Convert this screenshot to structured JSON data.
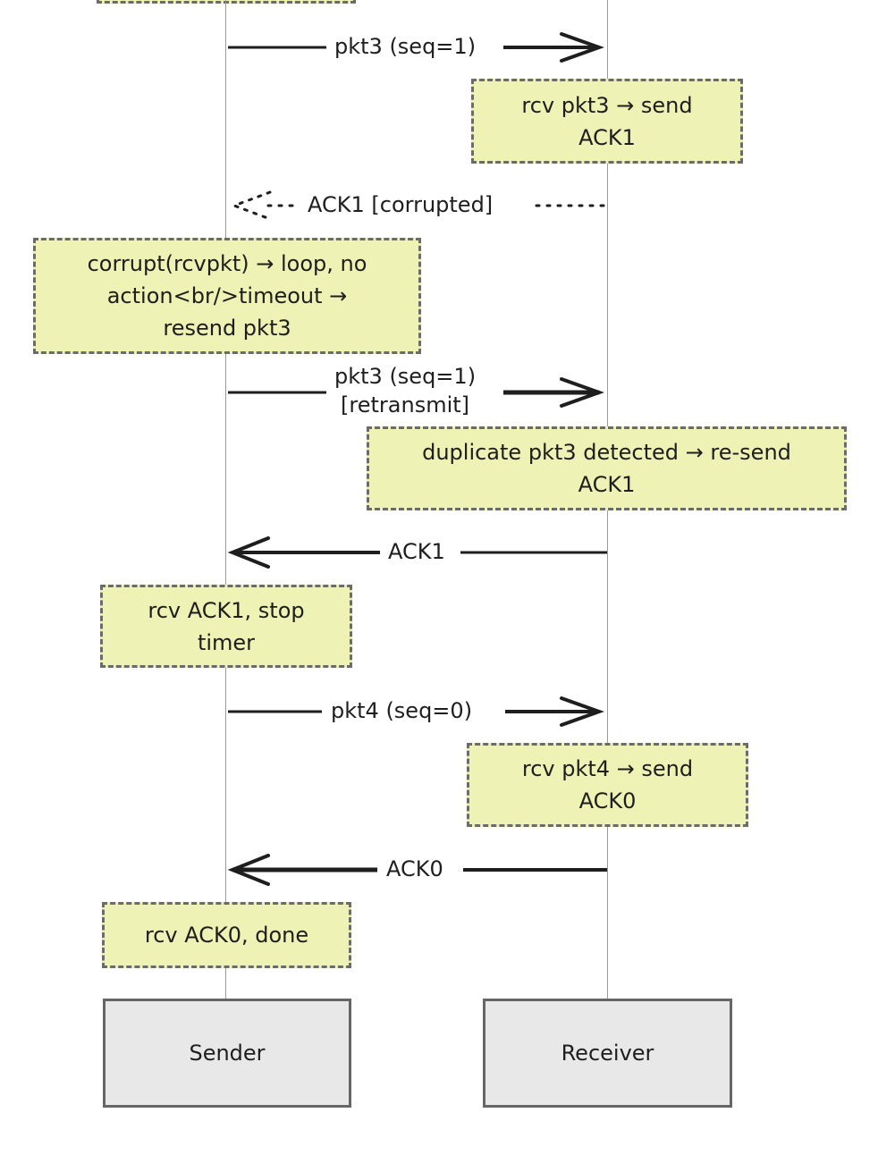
{
  "diagram": {
    "type": "sequence",
    "participants": [
      {
        "id": "sender",
        "label": "Sender"
      },
      {
        "id": "receiver",
        "label": "Receiver"
      }
    ],
    "messages": [
      {
        "id": "m1",
        "from": "sender",
        "to": "receiver",
        "label": "pkt3 (seq=1)",
        "style": "solid"
      },
      {
        "id": "m2",
        "from": "receiver",
        "to": "sender",
        "label": "ACK1 [corrupted]",
        "style": "dotted"
      },
      {
        "id": "m3",
        "from": "sender",
        "to": "receiver",
        "label_line1": "pkt3 (seq=1)",
        "label_line2": "[retransmit]",
        "style": "solid"
      },
      {
        "id": "m4",
        "from": "receiver",
        "to": "sender",
        "label": "ACK1",
        "style": "solid"
      },
      {
        "id": "m5",
        "from": "sender",
        "to": "receiver",
        "label": "pkt4 (seq=0)",
        "style": "solid"
      },
      {
        "id": "m6",
        "from": "receiver",
        "to": "sender",
        "label": "ACK0",
        "style": "solid"
      }
    ],
    "notes": [
      {
        "id": "n1",
        "over": "receiver",
        "line1": "rcv pkt3 → send",
        "line2": "ACK1"
      },
      {
        "id": "n2",
        "over": "sender",
        "line1": "corrupt(rcvpkt) → loop, no",
        "line2": "action<br/>timeout →",
        "line3": "resend pkt3"
      },
      {
        "id": "n3",
        "over": "receiver",
        "line1": "duplicate pkt3 detected → re-send",
        "line2": "ACK1"
      },
      {
        "id": "n4",
        "over": "sender",
        "line1": "rcv ACK1, stop",
        "line2": "timer"
      },
      {
        "id": "n5",
        "over": "receiver",
        "line1": "rcv pkt4 → send",
        "line2": "ACK0"
      },
      {
        "id": "n6",
        "over": "sender",
        "line1": "rcv ACK0, done"
      }
    ],
    "colors": {
      "note_fill": "#eef2b4",
      "note_border": "#6b6b6b",
      "actor_fill": "#e8e8e8",
      "actor_border": "#666666",
      "line": "#1e1e1e",
      "lifeline": "#9a9a9a"
    }
  }
}
